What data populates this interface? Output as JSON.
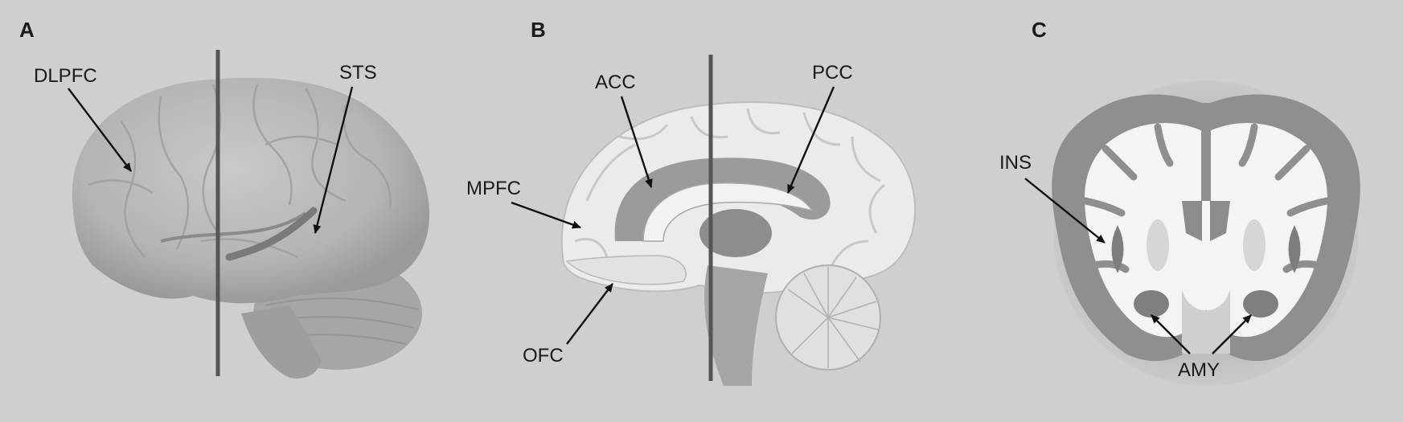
{
  "panels": {
    "a": {
      "letter": "A",
      "labels": {
        "dlpfc": "DLPFC",
        "sts": "STS"
      }
    },
    "b": {
      "letter": "B",
      "labels": {
        "acc": "ACC",
        "pcc": "PCC",
        "mpfc": "MPFC",
        "ofc": "OFC"
      }
    },
    "c": {
      "letter": "C",
      "labels": {
        "ins": "INS",
        "amy": "AMY"
      }
    }
  },
  "colors": {
    "background": "#cfcfcf",
    "cortex_dark": "#8c8c8c",
    "white_matter": "#f4f4f4",
    "divider_line": "#555555"
  }
}
